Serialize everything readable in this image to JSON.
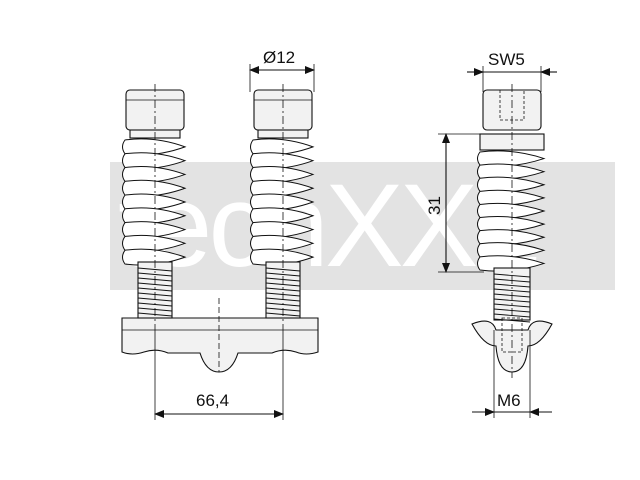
{
  "watermark": {
    "text": "techXXL",
    "band_color": "#e3e3e3",
    "text_color": "#ffffff"
  },
  "dimensions": {
    "bolt_diameter": "Ø12",
    "wrench_size": "SW5",
    "spring_height": "31",
    "center_distance": "66,4",
    "thread_size": "M6"
  },
  "colors": {
    "line": "#111111",
    "part_fill": "#f2f2f2"
  }
}
